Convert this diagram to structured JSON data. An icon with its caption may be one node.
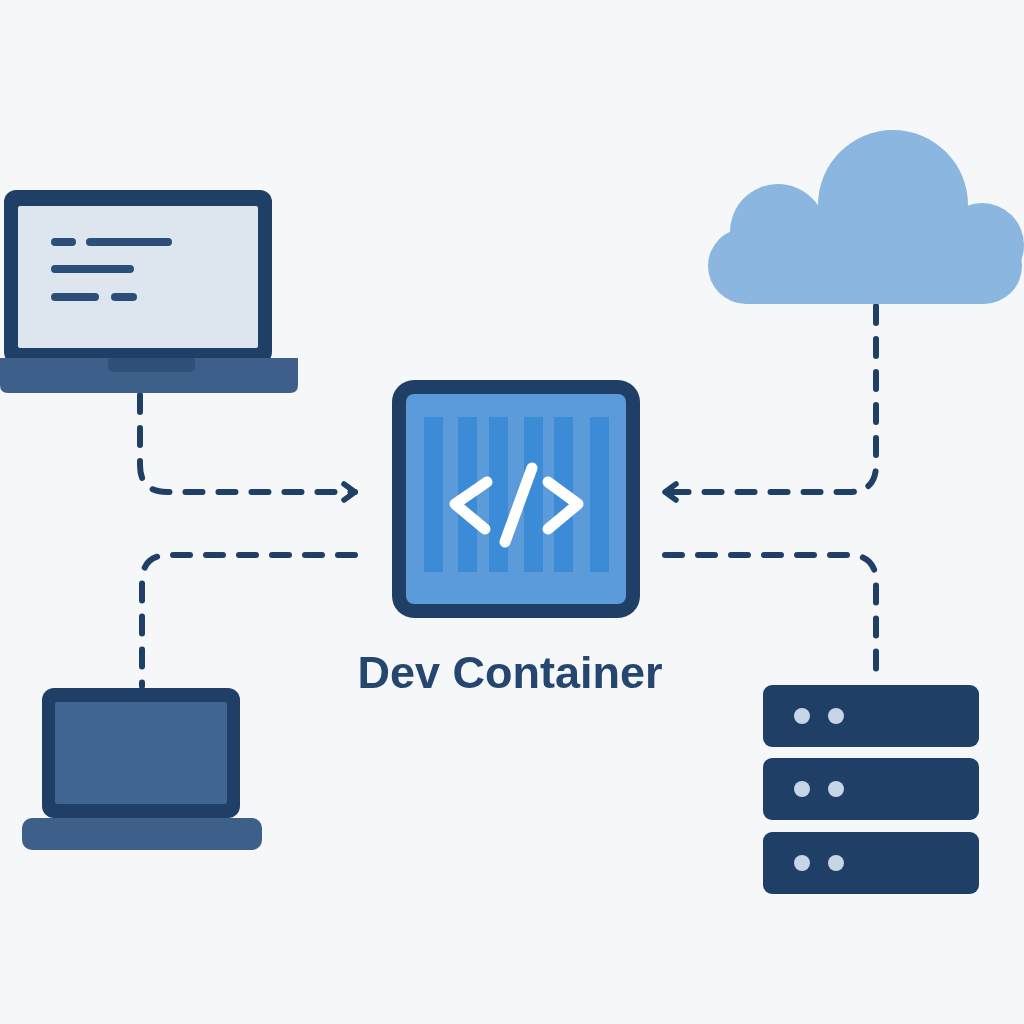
{
  "diagram": {
    "nodes": [
      {
        "text": [],
        "shape": "picture"
      },
      {
        "text": [],
        "shape": "cloud"
      },
      {
        "text": [
          "Dev Container"
        ]
      },
      {
        "text": [],
        "shape": "picture"
      },
      {
        "text": [],
        "shape": "picture"
      }
    ],
    "edges": [
      {
        "from": 0,
        "to": 2,
        "arrow": "to",
        "style": "dashed"
      },
      {
        "from": 1,
        "to": 2,
        "arrow": "to",
        "style": "dashed"
      },
      {
        "from": 2,
        "to": 3,
        "arrow": "none",
        "style": "dashed"
      },
      {
        "from": 2,
        "to": 4,
        "arrow": "none",
        "style": "dashed"
      }
    ]
  }
}
